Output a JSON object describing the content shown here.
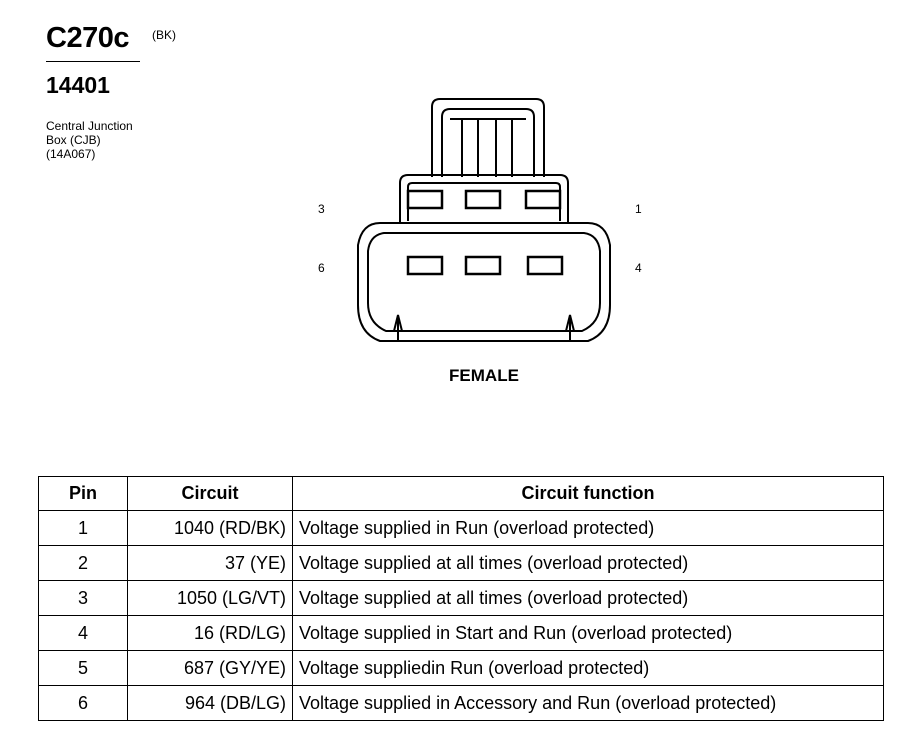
{
  "header": {
    "connector_id": "C270c",
    "color_code": "(BK)",
    "part_number": "14401",
    "component_lines": [
      "Central Junction",
      "Box (CJB)",
      "(14A067)"
    ]
  },
  "diagram": {
    "pin_labels": {
      "top_left": "3",
      "top_right": "1",
      "bottom_left": "6",
      "bottom_right": "4"
    },
    "gender": "FEMALE"
  },
  "table": {
    "headers": [
      "Pin",
      "Circuit",
      "Circuit function"
    ],
    "rows": [
      [
        "1",
        "1040 (RD/BK)",
        "Voltage supplied in Run (overload protected)"
      ],
      [
        "2",
        "37 (YE)",
        "Voltage supplied at all times (overload protected)"
      ],
      [
        "3",
        "1050 (LG/VT)",
        "Voltage supplied at all times (overload protected)"
      ],
      [
        "4",
        "16 (RD/LG)",
        "Voltage supplied in Start and Run (overload protected)"
      ],
      [
        "5",
        "687 (GY/YE)",
        "Voltage suppliedin Run (overload protected)"
      ],
      [
        "6",
        "964 (DB/LG)",
        "Voltage supplied in Accessory and Run (overload protected)"
      ]
    ]
  }
}
